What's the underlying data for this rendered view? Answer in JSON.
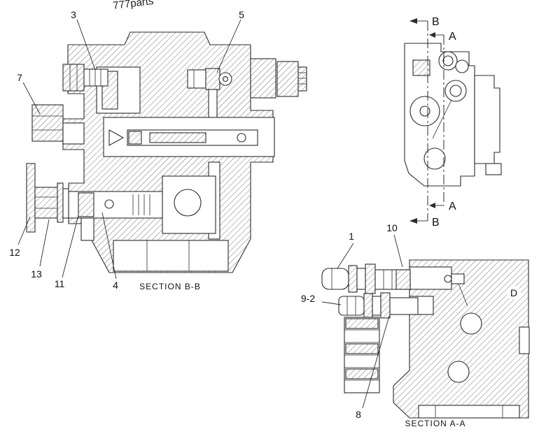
{
  "watermark": "777parts",
  "section_bb": {
    "caption": "SECTION B-B",
    "callouts": {
      "c3": "3",
      "c5": "5",
      "c7": "7",
      "c12": "12",
      "c13": "13",
      "c11": "11",
      "c4": "4"
    }
  },
  "end_view": {
    "labels": {
      "b_top": "B",
      "a_top": "A",
      "a_bottom": "A",
      "b_bottom": "B"
    }
  },
  "section_aa": {
    "caption": "SECTION A-A",
    "callouts": {
      "c1": "1",
      "c10": "10",
      "c9_2": "9-2",
      "c8": "8",
      "zone_d": "D"
    }
  }
}
